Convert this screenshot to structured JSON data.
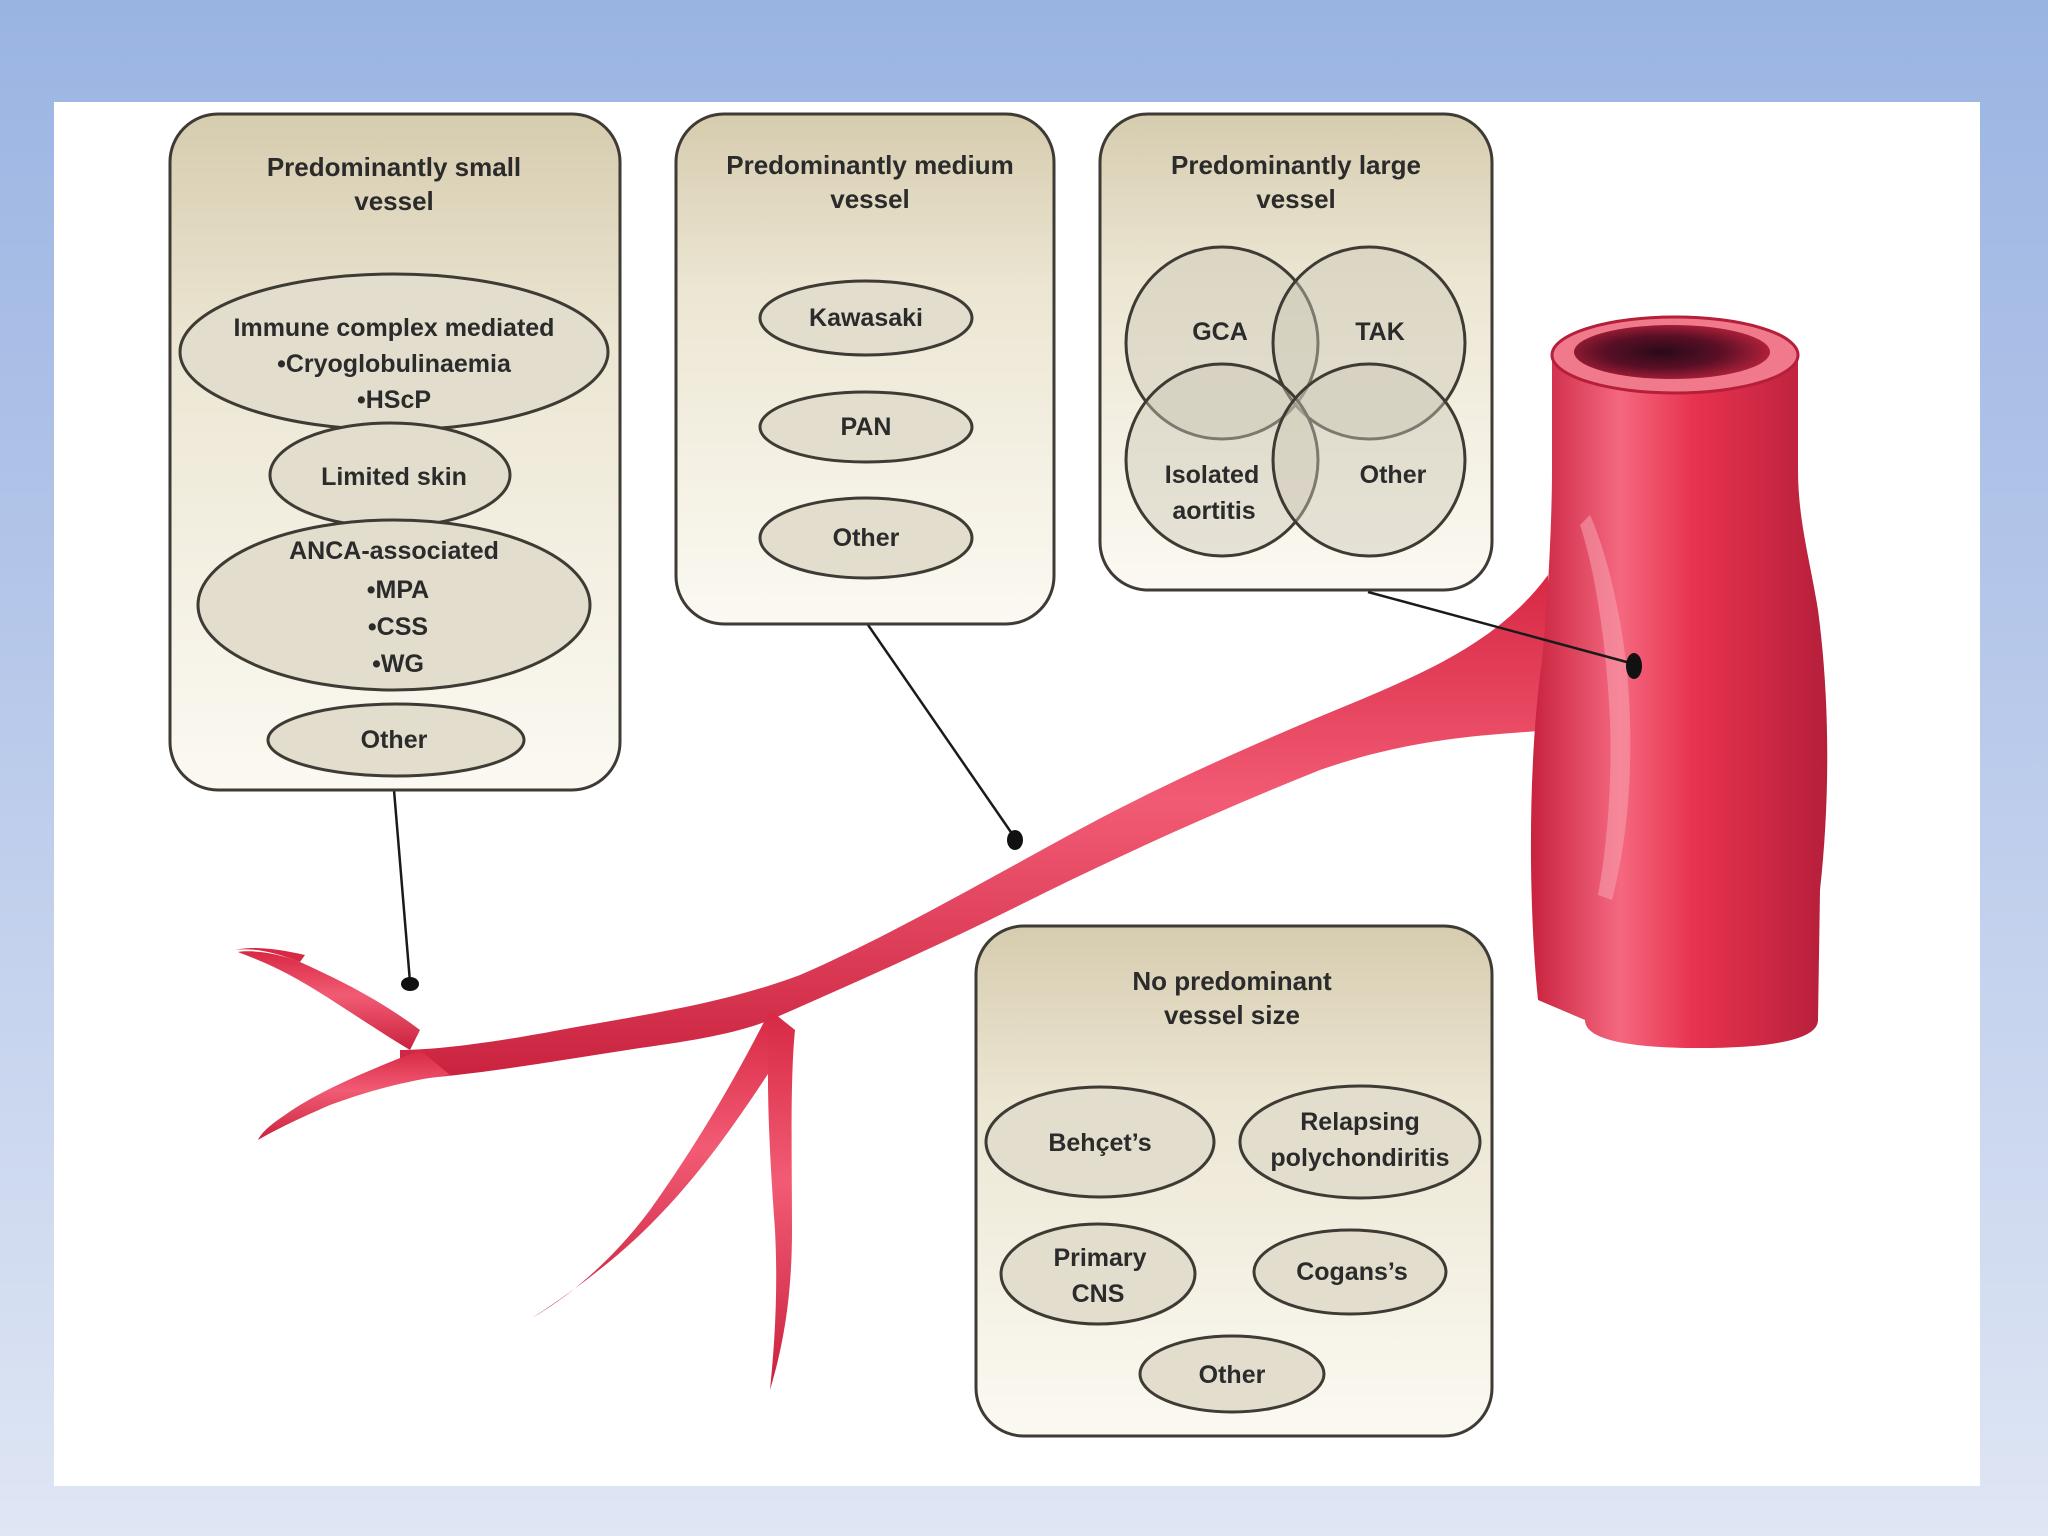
{
  "panels": {
    "small": {
      "title_1": "Predominantly small",
      "title_2": "vessel",
      "immune": [
        "Immune complex mediated",
        "•Cryoglobulinaemia",
        "•HScP"
      ],
      "limited_skin": "Limited skin",
      "anca": [
        "ANCA-associated",
        "•MPA",
        "•CSS",
        "•WG"
      ],
      "other": "Other"
    },
    "medium": {
      "title_1": "Predominantly medium",
      "title_2": "vessel",
      "items": [
        "Kawasaki",
        "PAN",
        "Other"
      ]
    },
    "large": {
      "title_1": "Predominantly large",
      "title_2": "vessel",
      "gca": "GCA",
      "tak": "TAK",
      "isolated_1": "Isolated",
      "isolated_2": "aortitis",
      "other": "Other"
    },
    "none": {
      "title_1": "No predominant",
      "title_2": "vessel size",
      "behcet": "Behçet’s",
      "relapsing_1": "Relapsing",
      "relapsing_2": "polychondiritis",
      "primary_1": "Primary",
      "primary_2": "CNS",
      "cogan": "Cogans’s",
      "other": "Other"
    }
  },
  "colors": {
    "background_top": "#9ab4e2",
    "background_bottom": "#dfe6f4",
    "slide": "#ffffff",
    "panel_top": "#d8cfb3",
    "panel_bottom": "#fbf9f1",
    "vessel": "#e8324f",
    "vessel_highlight": "#f36a80",
    "vessel_shadow": "#b51f3a"
  }
}
